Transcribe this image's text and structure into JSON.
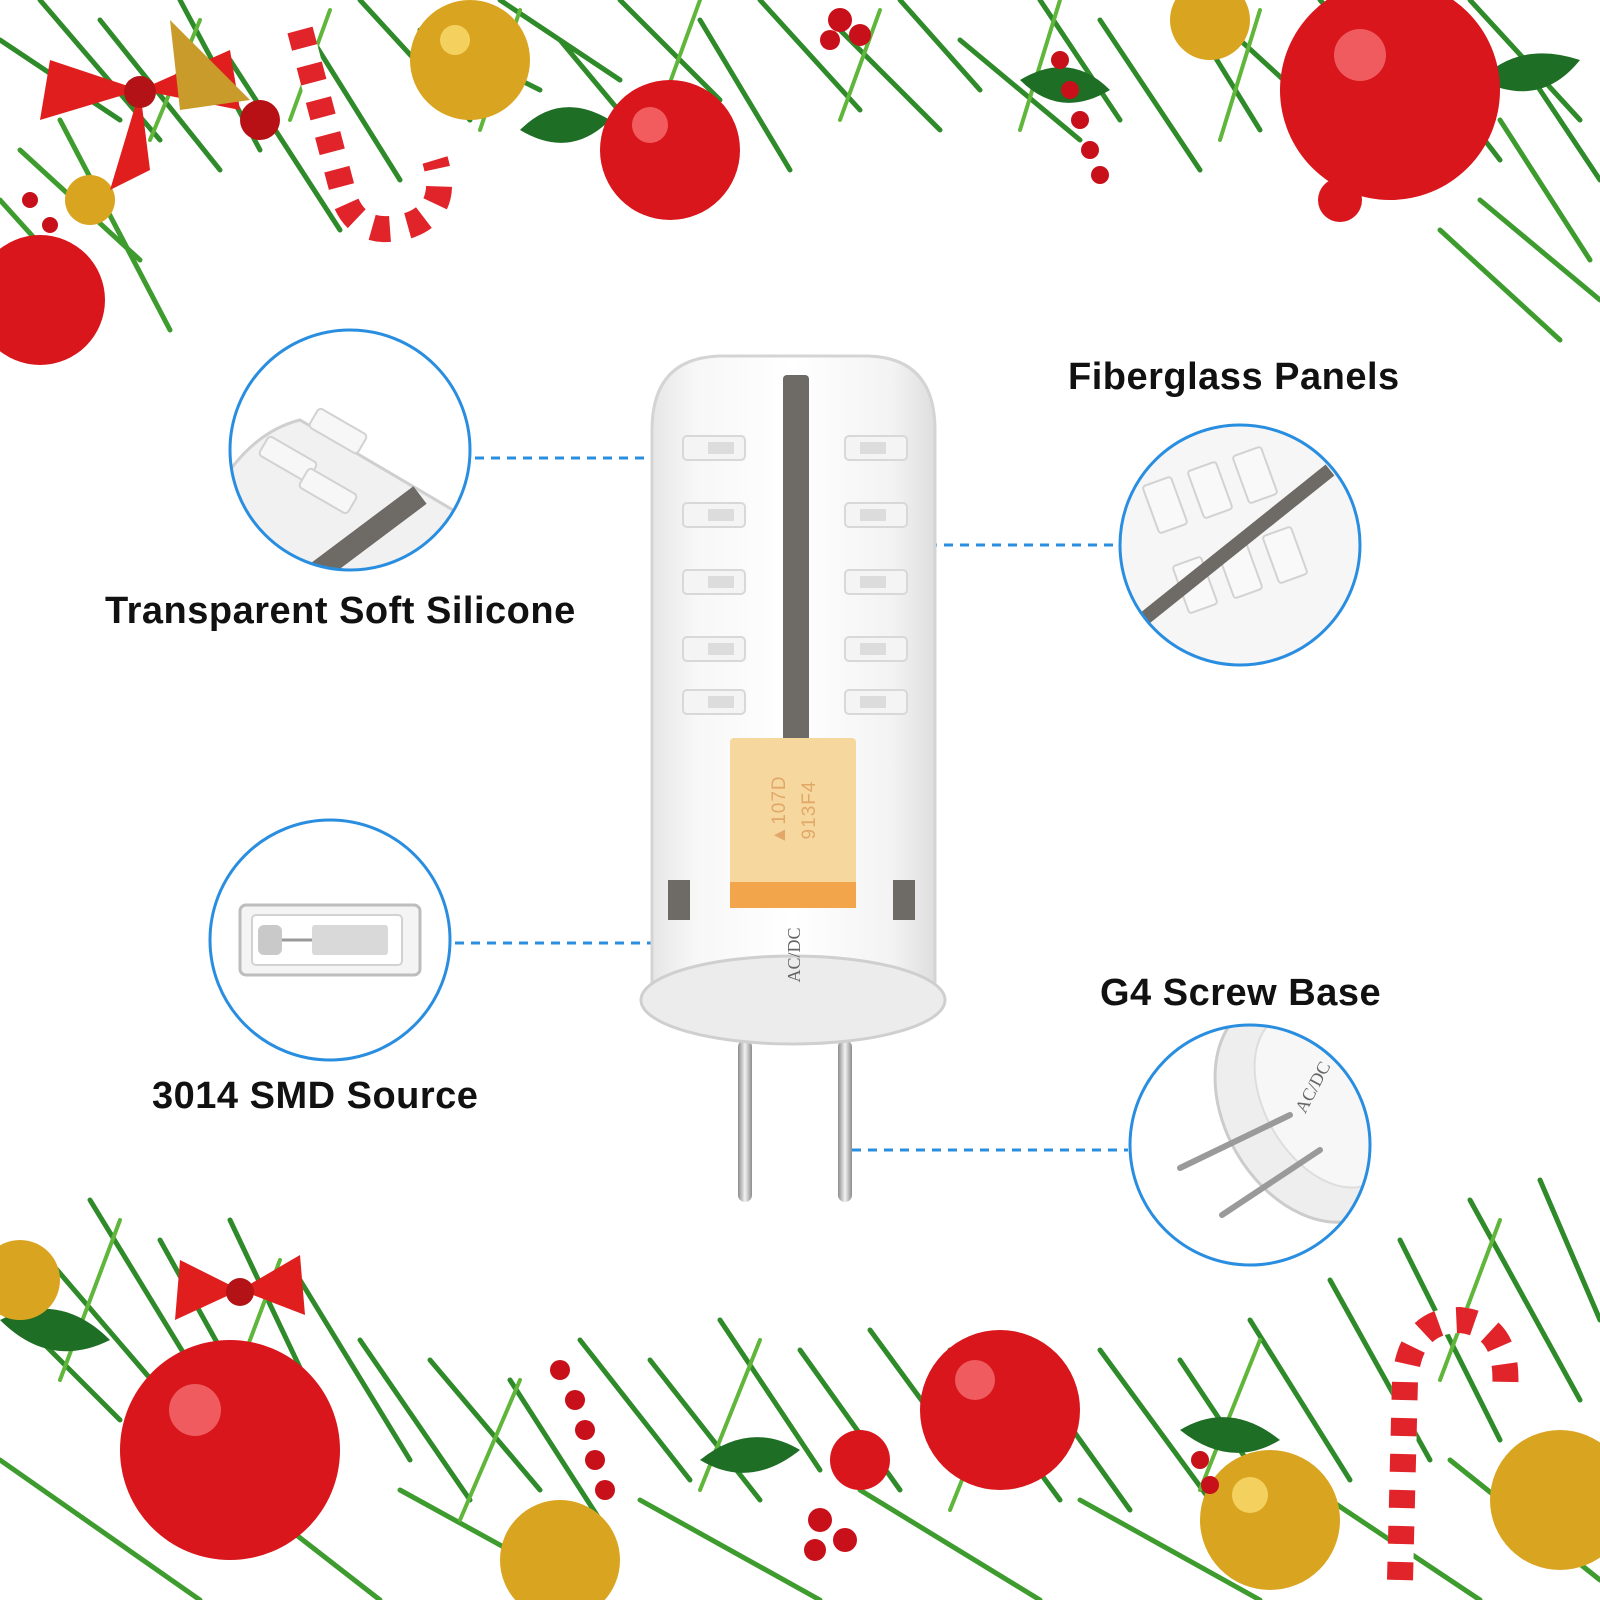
{
  "labels": {
    "transparent_soft_silicone": "Transparent Soft Silicone",
    "fiberglass_panels": "Fiberglass Panels",
    "smd_source": "3014 SMD Source",
    "g4_screw_base": "G4 Screw Base"
  },
  "chip_markings": {
    "line1": "▲107D",
    "line2": "913F4"
  },
  "base_marking": "AC/DC",
  "colors": {
    "accent_blue": "#2a8ee0",
    "ornament_red": "#d8161c",
    "pine_green": "#2f8a2a",
    "gold": "#d9a521",
    "chip_yellow": "#f6d79d",
    "chip_orange": "#f2a54a",
    "pcb_gray": "#6e6a66"
  },
  "icons": {
    "decor_top": "christmas-pine-garland-icon",
    "decor_bottom": "christmas-pine-garland-icon",
    "bulb": "g4-led-bulb-icon"
  }
}
